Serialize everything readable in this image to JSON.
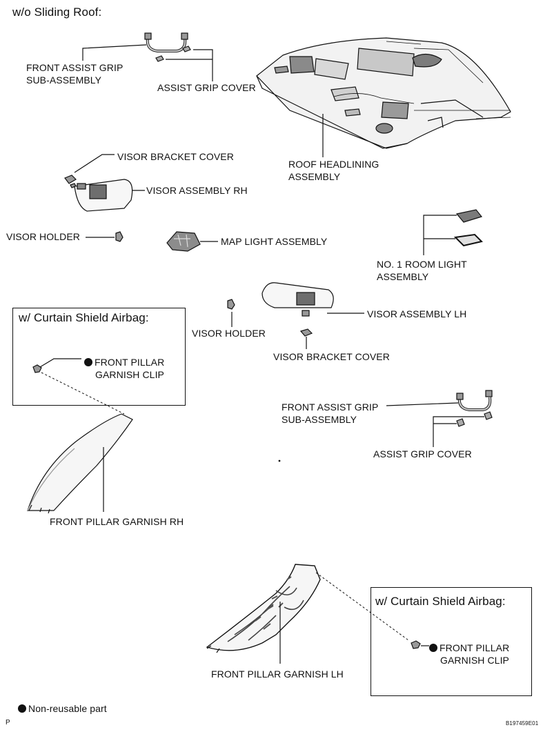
{
  "headers": {
    "sliding_roof": "w/o Sliding Roof:",
    "airbag_top": "w/ Curtain Shield Airbag:",
    "airbag_bottom": "w/ Curtain Shield Airbag:"
  },
  "labels": {
    "front_assist_grip_top_l1": "FRONT ASSIST GRIP",
    "front_assist_grip_top_l2": "SUB-ASSEMBLY",
    "assist_grip_cover_top": "ASSIST GRIP COVER",
    "roof_headlining_l1": "ROOF HEADLINING",
    "roof_headlining_l2": "ASSEMBLY",
    "visor_bracket_cover_top": "VISOR BRACKET COVER",
    "visor_assembly_rh": "VISOR ASSEMBLY RH",
    "visor_holder_left": "VISOR HOLDER",
    "map_light_assembly": "MAP LIGHT ASSEMBLY",
    "room_light_l1": "NO. 1 ROOM LIGHT",
    "room_light_l2": "ASSEMBLY",
    "visor_assembly_lh": "VISOR ASSEMBLY LH",
    "visor_holder_mid": "VISOR HOLDER",
    "visor_bracket_cover_mid": "VISOR BRACKET COVER",
    "pillar_clip_top_l1": "FRONT PILLAR",
    "pillar_clip_top_l2": "GARNISH CLIP",
    "front_assist_grip_right_l1": "FRONT ASSIST GRIP",
    "front_assist_grip_right_l2": "SUB-ASSEMBLY",
    "assist_grip_cover_right": "ASSIST GRIP COVER",
    "front_pillar_garnish_rh": "FRONT PILLAR GARNISH RH",
    "front_pillar_garnish_lh": "FRONT PILLAR GARNISH LH",
    "pillar_clip_bottom_l1": "FRONT PILLAR",
    "pillar_clip_bottom_l2": "GARNISH CLIP"
  },
  "legend": {
    "non_reusable": "Non-reusable part"
  },
  "footer": {
    "page_mark": "P",
    "figure_code": "B197459E01"
  },
  "colors": {
    "ink": "#111111",
    "part_fill": "#bdbdbd",
    "part_dark": "#6e6e6e",
    "background": "#ffffff"
  }
}
